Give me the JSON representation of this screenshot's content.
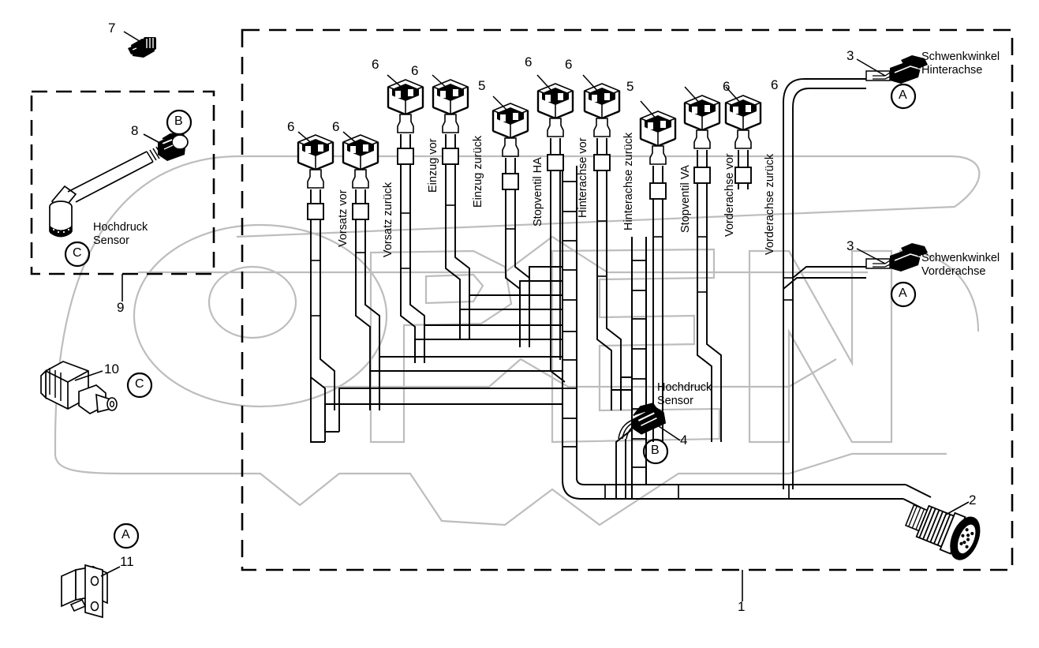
{
  "diagram": {
    "title": "Hydraulik-Kabelbaum Schaltplan",
    "language": "de",
    "line_color": "#000000",
    "watermark_color": "#b9b9b9",
    "background": "#ffffff",
    "watermark_text": "OPEN"
  },
  "callouts": {
    "item_1": "1",
    "item_2": "2",
    "item_3a": "3",
    "item_3b": "3",
    "item_4": "4",
    "item_5a": "5",
    "item_5b": "5",
    "item_6a": "6",
    "item_6b": "6",
    "item_6c": "6",
    "item_6d": "6",
    "item_6e": "6",
    "item_6f": "6",
    "item_6g": "6",
    "item_6h": "6",
    "item_7": "7",
    "item_8": "8",
    "item_9": "9",
    "item_10": "10",
    "item_11": "11"
  },
  "circle_markers": {
    "a_top_right": "A",
    "a_mid_right": "A",
    "a_bottom_left": "A",
    "b_inset": "B",
    "b_bottom_center": "B",
    "c_inset": "C",
    "c_left": "C"
  },
  "connector_labels": [
    {
      "id": "vorsatz-vor",
      "text": "Vorsatz vor",
      "callout": "6"
    },
    {
      "id": "vorsatz-zurueck",
      "text": "Vorsatz zurück",
      "callout": "6"
    },
    {
      "id": "einzug-vor",
      "text": "Einzug vor",
      "callout": "6"
    },
    {
      "id": "einzug-zurueck",
      "text": "Einzug zurück",
      "callout": "6"
    },
    {
      "id": "stopventil-ha",
      "text": "Stopventil HA",
      "callout": "5"
    },
    {
      "id": "hinterachse-vor",
      "text": "Hinterachse vor",
      "callout": "6"
    },
    {
      "id": "hinterachse-zurueck",
      "text": "Hinterachse zurück",
      "callout": "6"
    },
    {
      "id": "stopventil-va",
      "text": "Stopventil VA",
      "callout": "5"
    },
    {
      "id": "vorderachse-vor",
      "text": "Vorderachse vor",
      "callout": "6"
    },
    {
      "id": "vorderachse-zurueck",
      "text": "Vorderachse zurück",
      "callout": "6"
    }
  ],
  "text_labels": {
    "schwenkwinkel_hinterachse_l1": "Schwenkwinkel",
    "schwenkwinkel_hinterachse_l2": "Hinterachse",
    "schwenkwinkel_vorderachse_l1": "Schwenkwinkel",
    "schwenkwinkel_vorderachse_l2": "Vorderachse",
    "hochdruck_sensor_center_l1": "Hochdruck",
    "hochdruck_sensor_center_l2": "Sensor",
    "hochdruck_sensor_inset_l1": "Hochdruck",
    "hochdruck_sensor_inset_l2": "Sensor"
  }
}
